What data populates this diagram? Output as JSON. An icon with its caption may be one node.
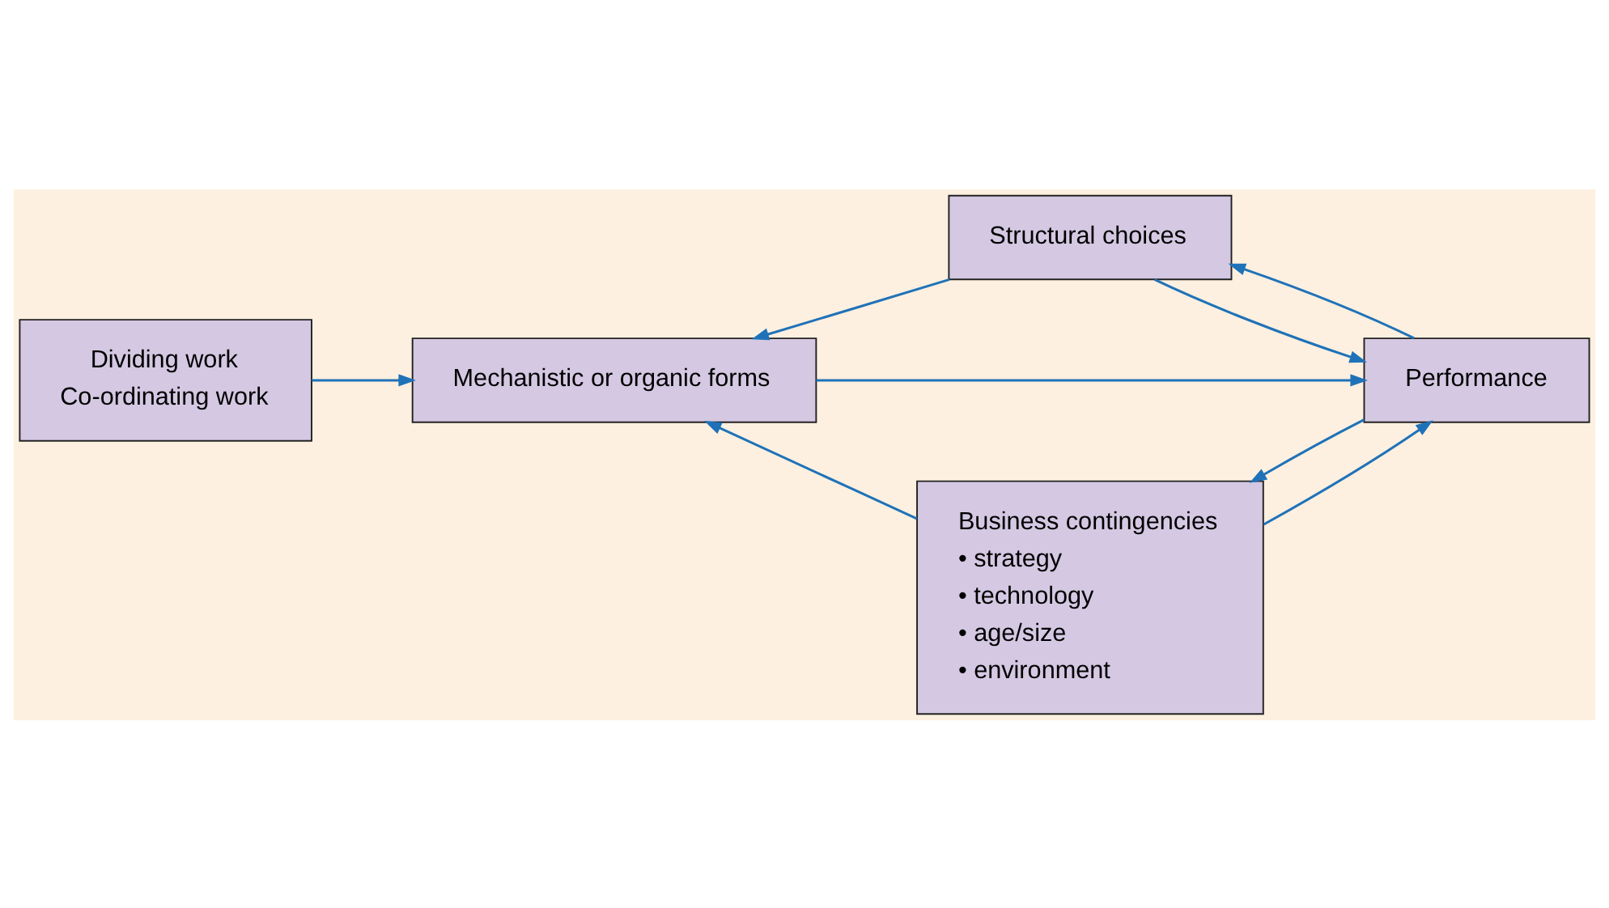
{
  "diagram": {
    "nodes": [
      {
        "text": [
          "Dividing work",
          "Co-ordinating work"
        ]
      },
      {
        "text": [
          "Mechanistic or organic forms"
        ]
      },
      {
        "text": [
          "Structural choices"
        ]
      },
      {
        "text": [
          "Performance"
        ]
      },
      {
        "text": [
          "Business contingencies",
          "• strategy",
          "• technology",
          "• age/size",
          "• environment"
        ]
      }
    ],
    "edges": [
      {
        "from": 2,
        "to": 1,
        "arrow": "to"
      },
      {
        "from": 2,
        "to": 3,
        "arrow": "to"
      },
      {
        "from": 3,
        "to": 2,
        "arrow": "to"
      },
      {
        "from": 0,
        "to": 1,
        "arrow": "to"
      },
      {
        "from": 1,
        "to": 3,
        "arrow": "to"
      },
      {
        "from": 4,
        "to": 1,
        "arrow": "to"
      },
      {
        "from": 4,
        "to": 3,
        "arrow": "to"
      },
      {
        "from": 3,
        "to": 4,
        "arrow": "to"
      }
    ]
  }
}
